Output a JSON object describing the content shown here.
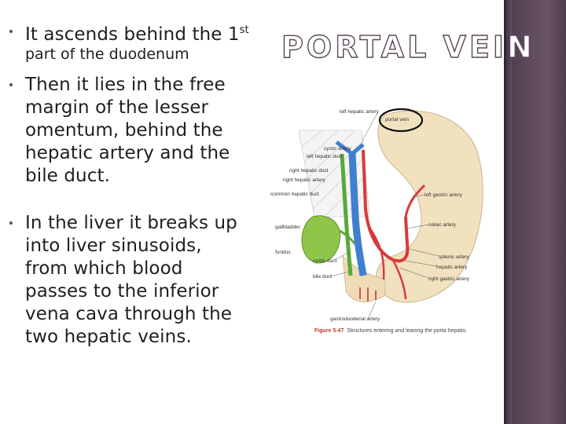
{
  "title": "PORTAL VEIN",
  "bullets": [
    {
      "line1": "It ascends behind the 1",
      "sup": "st",
      "line2": "part of the duodenum"
    },
    {
      "lines": [
        "Then it lies in the free",
        "margin of the lesser",
        "omentum, behind the",
        "hepatic artery and the",
        "bile duct."
      ]
    },
    {
      "lines": [
        "In the liver it breaks up",
        "into liver sinusoids,",
        "from which blood",
        "passes to the inferior",
        "vena cava through the",
        "two hepatic veins."
      ]
    }
  ],
  "figure": {
    "labels": {
      "left_hepatic_artery": "left hepatic artery",
      "portal_vein": "portal vein",
      "cystic_artery": "cystic artery",
      "right_hepatic_duct": "right hepatic duct",
      "common_hepatic_duct": "common hepatic duct",
      "left_hepatic_duct": "left hepatic duct",
      "right_hepatic_artery": "right hepatic artery",
      "gallbladder": "gallbladder",
      "fundus": "fundus",
      "cystic_duct": "cystic duct",
      "bile_duct": "bile duct",
      "left_gastric_artery": "left gastric artery",
      "celiac_artery": "celiac artery",
      "splenic_artery": "splenic artery",
      "hepatic_artery": "hepatic artery",
      "right_gastric_artery": "right gastric artery",
      "gastroduodenal_artery": "gastroduodenal artery"
    },
    "caption_fig": "Figure 5-47",
    "caption_text": "Structures entering and leaving the porta hepatis."
  }
}
